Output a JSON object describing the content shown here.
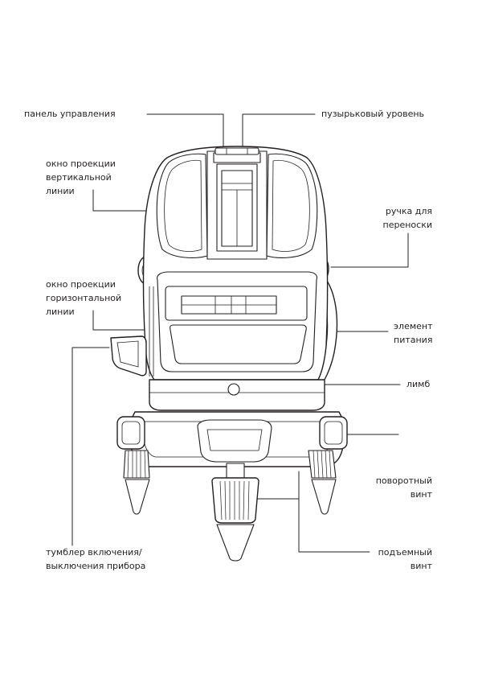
{
  "labels": {
    "control_panel": "панель управления",
    "bubble_level": "пузырьковый уровень",
    "vertical_window": "окно проекции\nвертикальной\nлинии",
    "carry_handle": "ручка для\nпереноски",
    "horizontal_window": "окно проекции\nгоризонтальной\nлинии",
    "power_element": "элемент\nпитания",
    "limb": "лимб",
    "rotating_screw": "поворотный\nвинт",
    "power_switch": "тумблер включения/\nвыключения прибора",
    "lifting_screw": "подъемный\nвинт"
  },
  "colors": {
    "ink": "#231f20",
    "background": "#ffffff"
  }
}
